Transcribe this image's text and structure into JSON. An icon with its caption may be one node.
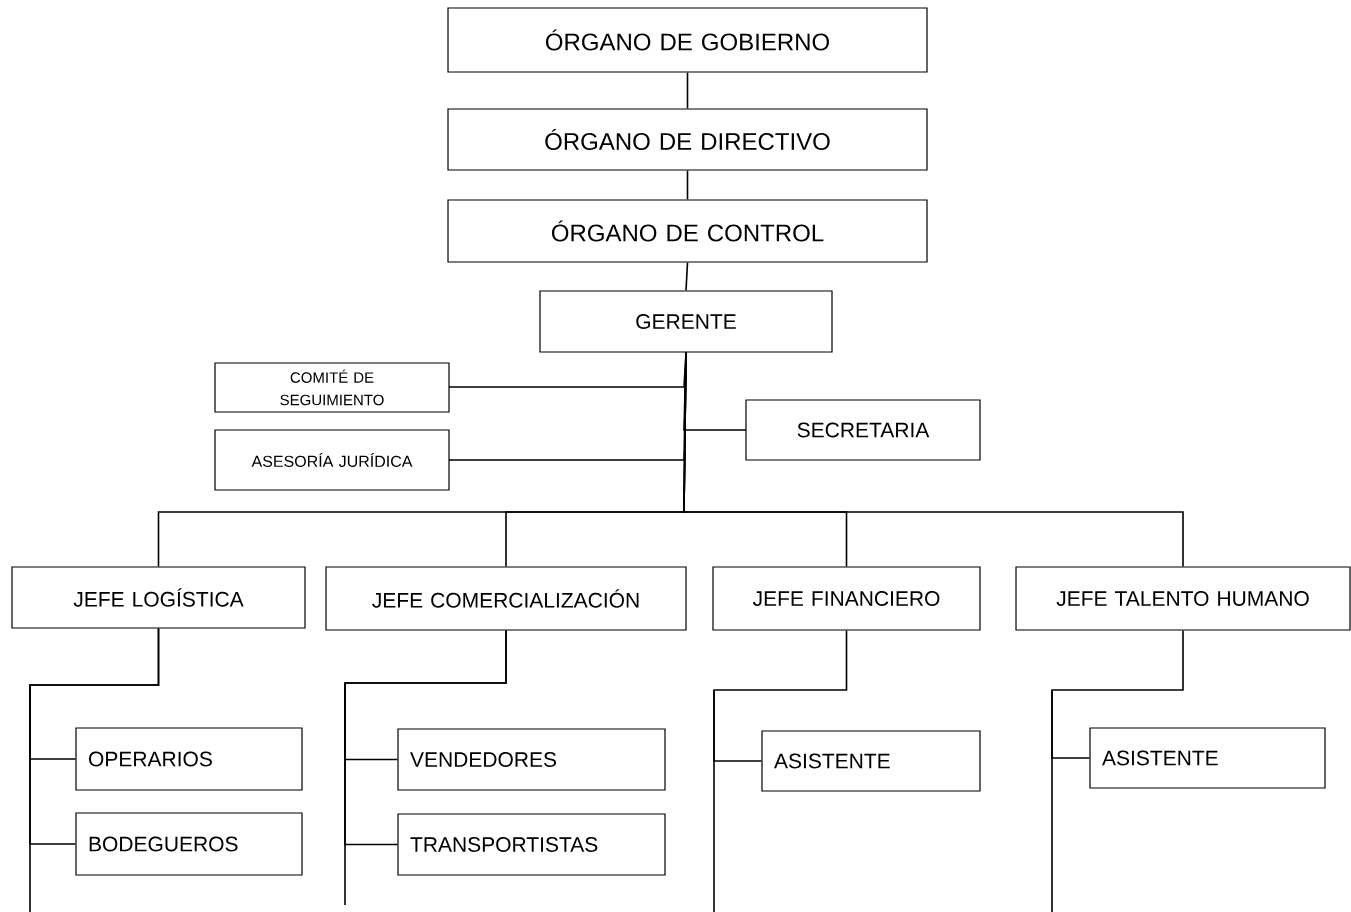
{
  "diagram": {
    "nodes": [
      {
        "text": [
          "ÓRGANO DE GOBIERNO"
        ]
      },
      {
        "text": [
          "ÓRGANO DE DIRECTIVO"
        ]
      },
      {
        "text": [
          "ÓRGANO DE CONTROL"
        ]
      },
      {
        "text": [
          "GERENTE"
        ]
      },
      {
        "text": [
          "COMITÉ DE SEGUIMIENTO"
        ]
      },
      {
        "text": [
          "SECRETARIA"
        ]
      },
      {
        "text": [
          "ASESORÍA JURÍDICA"
        ]
      },
      {
        "text": [
          "JEFE LOGÍSTICA"
        ]
      },
      {
        "text": [
          "JEFE COMERCIALIZACIÓN"
        ]
      },
      {
        "text": [
          "JEFE FINANCIERO"
        ]
      },
      {
        "text": [
          "JEFE TALENTO HUMANO"
        ]
      },
      {
        "text": [
          "OPERARIOS"
        ]
      },
      {
        "text": [
          "BODEGUEROS"
        ]
      },
      {
        "text": [
          "VENDEDORES"
        ]
      },
      {
        "text": [
          "TRANSPORTISTAS"
        ]
      },
      {
        "text": [
          "ASISTENTE"
        ]
      },
      {
        "text": [
          "ASISTENTE"
        ]
      }
    ],
    "edges": [
      {
        "from": 0,
        "to": 1,
        "arrow": "none"
      },
      {
        "from": 1,
        "to": 2,
        "arrow": "none"
      },
      {
        "from": 2,
        "to": 3,
        "arrow": "none"
      },
      {
        "from": 3,
        "to": 4,
        "arrow": "none"
      },
      {
        "from": 3,
        "to": 5,
        "arrow": "none"
      },
      {
        "from": 3,
        "to": 6,
        "arrow": "none"
      },
      {
        "from": 3,
        "to": 7,
        "arrow": "none"
      },
      {
        "from": 3,
        "to": 8,
        "arrow": "none"
      },
      {
        "from": 3,
        "to": 9,
        "arrow": "none"
      },
      {
        "from": 3,
        "to": 10,
        "arrow": "none"
      },
      {
        "from": 7,
        "to": 11,
        "arrow": "none"
      },
      {
        "from": 7,
        "to": 12,
        "arrow": "none"
      },
      {
        "from": 8,
        "to": 13,
        "arrow": "none"
      },
      {
        "from": 8,
        "to": 14,
        "arrow": "none"
      },
      {
        "from": 9,
        "to": 15,
        "arrow": "none"
      },
      {
        "from": 10,
        "to": 16,
        "arrow": "none"
      }
    ]
  }
}
